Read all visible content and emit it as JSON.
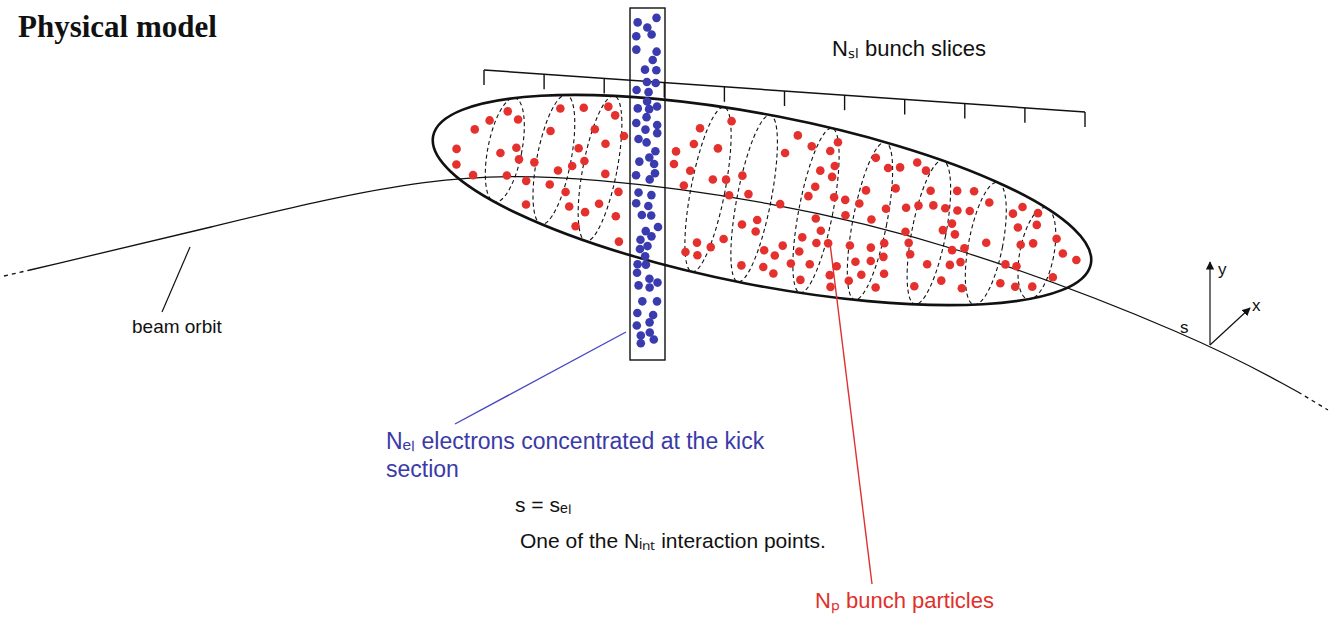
{
  "diagram": {
    "title": "Physical model",
    "labels": [
      "Nₛₗ bunch slices",
      "beam orbit",
      "Nₑₗ electrons concentrated at the kick section",
      "s = sₑₗ",
      "One of the Nᵢₙₜ interaction points.",
      "Nₚ bunch particles",
      "s",
      "y",
      "x"
    ]
  }
}
